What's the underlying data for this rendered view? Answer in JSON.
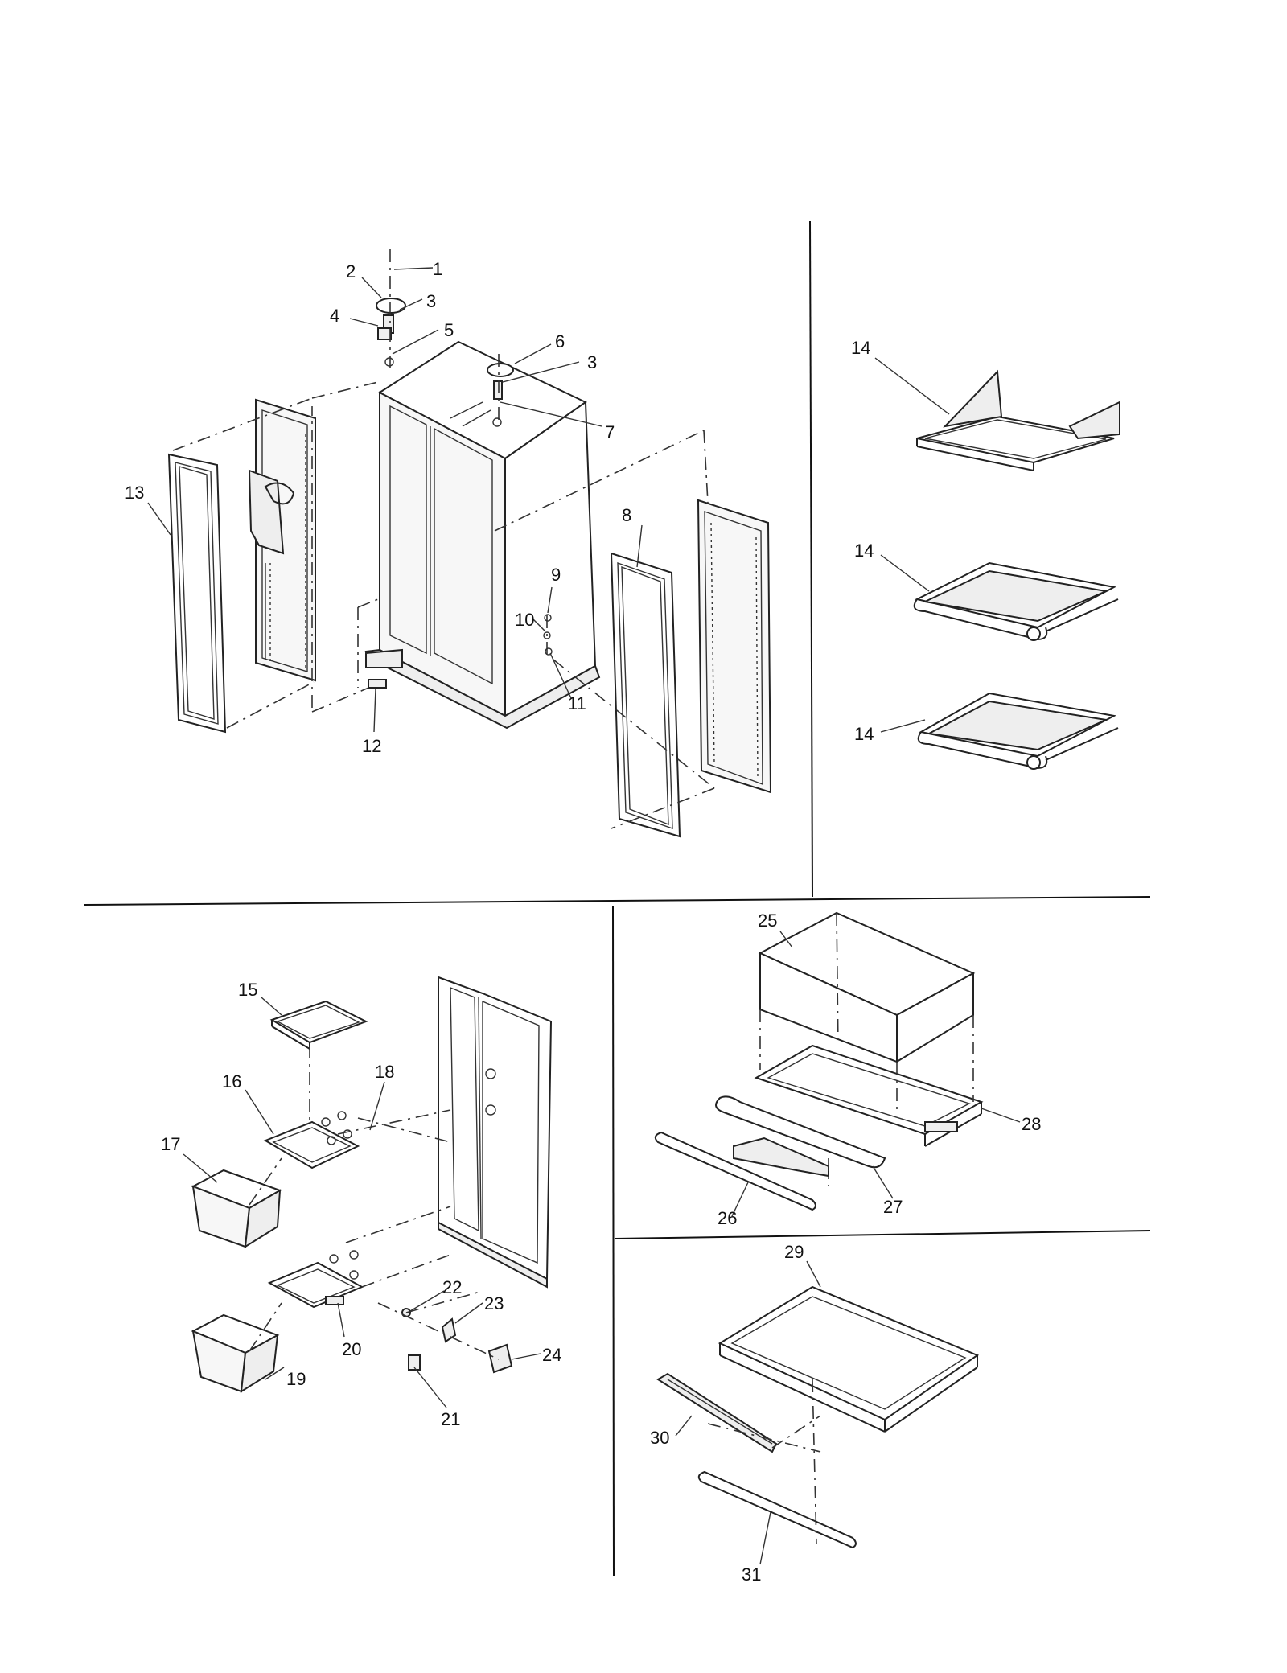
{
  "diagram": {
    "callouts": [
      {
        "id": "c1",
        "text": "1"
      },
      {
        "id": "c2",
        "text": "2"
      },
      {
        "id": "c3a",
        "text": "3"
      },
      {
        "id": "c4",
        "text": "4"
      },
      {
        "id": "c5",
        "text": "5"
      },
      {
        "id": "c6",
        "text": "6"
      },
      {
        "id": "c3b",
        "text": "3"
      },
      {
        "id": "c7",
        "text": "7"
      },
      {
        "id": "c8",
        "text": "8"
      },
      {
        "id": "c9",
        "text": "9"
      },
      {
        "id": "c10",
        "text": "10"
      },
      {
        "id": "c11",
        "text": "11"
      },
      {
        "id": "c12",
        "text": "12"
      },
      {
        "id": "c13",
        "text": "13"
      },
      {
        "id": "c14a",
        "text": "14"
      },
      {
        "id": "c14b",
        "text": "14"
      },
      {
        "id": "c14c",
        "text": "14"
      },
      {
        "id": "c15",
        "text": "15"
      },
      {
        "id": "c16",
        "text": "16"
      },
      {
        "id": "c17",
        "text": "17"
      },
      {
        "id": "c18",
        "text": "18"
      },
      {
        "id": "c19",
        "text": "19"
      },
      {
        "id": "c20",
        "text": "20"
      },
      {
        "id": "c21",
        "text": "21"
      },
      {
        "id": "c22",
        "text": "22"
      },
      {
        "id": "c23",
        "text": "23"
      },
      {
        "id": "c24",
        "text": "24"
      },
      {
        "id": "c25",
        "text": "25"
      },
      {
        "id": "c26",
        "text": "26"
      },
      {
        "id": "c27",
        "text": "27"
      },
      {
        "id": "c28",
        "text": "28"
      },
      {
        "id": "c29",
        "text": "29"
      },
      {
        "id": "c30",
        "text": "30"
      },
      {
        "id": "c31",
        "text": "31"
      }
    ]
  }
}
